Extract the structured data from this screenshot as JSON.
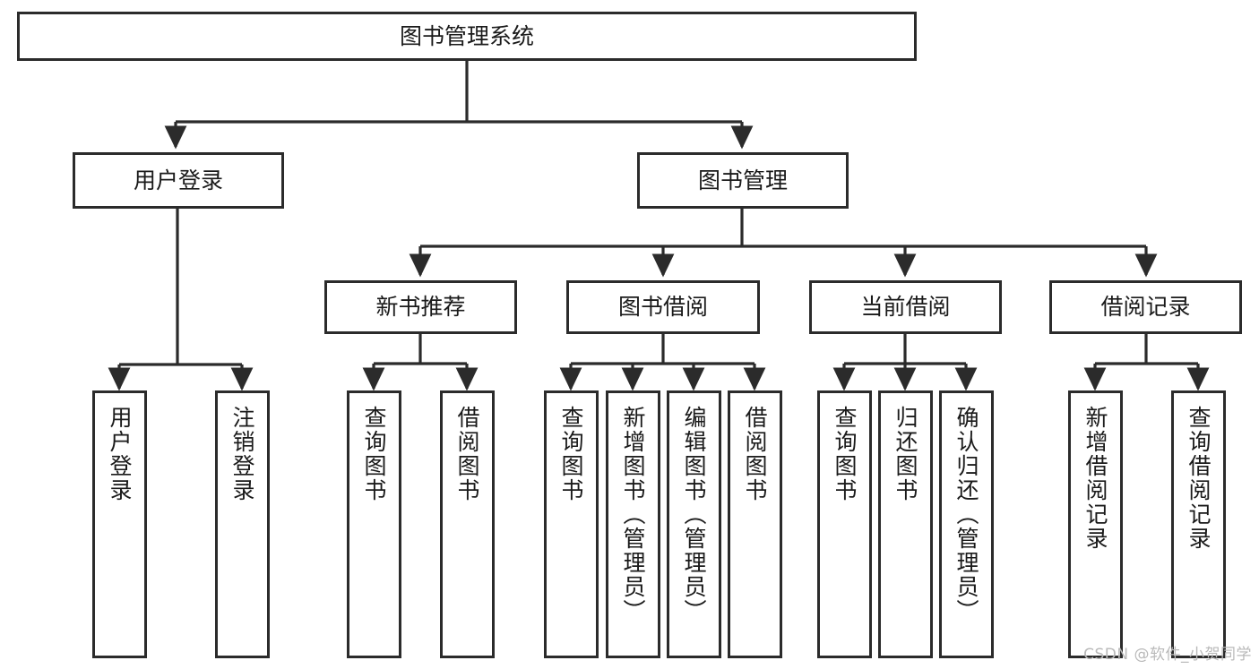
{
  "diagram": {
    "title": "图书管理系统",
    "type": "hierarchy-tree",
    "levels": 4,
    "root": {
      "label": "图书管理系统"
    },
    "level2": [
      {
        "label": "用户登录"
      },
      {
        "label": "图书管理"
      }
    ],
    "level3": [
      {
        "label": "新书推荐",
        "parent": "图书管理"
      },
      {
        "label": "图书借阅",
        "parent": "图书管理"
      },
      {
        "label": "当前借阅",
        "parent": "图书管理"
      },
      {
        "label": "借阅记录",
        "parent": "图书管理"
      }
    ],
    "leaves": [
      {
        "label": "用户登录",
        "parent": "用户登录"
      },
      {
        "label": "注销登录",
        "parent": "用户登录"
      },
      {
        "label": "查询图书",
        "parent": "新书推荐"
      },
      {
        "label": "借阅图书",
        "parent": "新书推荐"
      },
      {
        "label": "查询图书",
        "parent": "图书借阅"
      },
      {
        "label": "新增图书（管理员）",
        "parent": "图书借阅"
      },
      {
        "label": "编辑图书（管理员）",
        "parent": "图书借阅"
      },
      {
        "label": "借阅图书",
        "parent": "图书借阅"
      },
      {
        "label": "查询图书",
        "parent": "当前借阅"
      },
      {
        "label": "归还图书",
        "parent": "当前借阅"
      },
      {
        "label": "确认归还（管理员）",
        "parent": "当前借阅"
      },
      {
        "label": "新增借阅记录",
        "parent": "借阅记录"
      },
      {
        "label": "查询借阅记录",
        "parent": "借阅记录"
      }
    ]
  },
  "watermark": {
    "text": "CSDN @软件_小贺同学"
  },
  "colors": {
    "stroke": "#2b2b2b",
    "fill": "#ffffff",
    "text": "#1a1a1a",
    "watermark": "#b9b9b9"
  }
}
